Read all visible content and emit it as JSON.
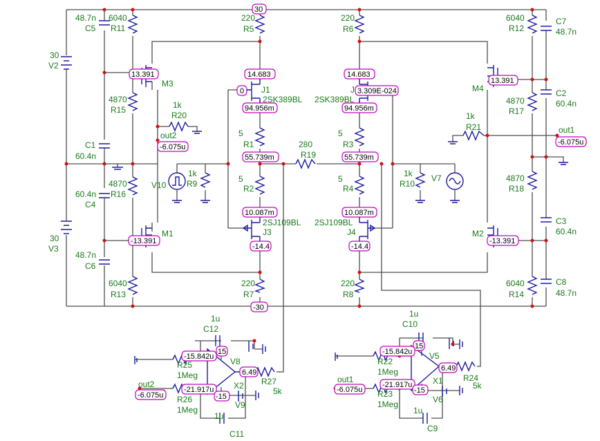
{
  "resistors": [
    {
      "id": "R11",
      "value": "6040"
    },
    {
      "id": "R15",
      "value": "4870"
    },
    {
      "id": "R16",
      "value": "4870"
    },
    {
      "id": "R13",
      "value": "6040"
    },
    {
      "id": "R20",
      "value": "1k"
    },
    {
      "id": "R9",
      "value": "1k"
    },
    {
      "id": "R5",
      "value": "220"
    },
    {
      "id": "R1",
      "value": "5"
    },
    {
      "id": "R2",
      "value": "5"
    },
    {
      "id": "R7",
      "value": "220"
    },
    {
      "id": "R19",
      "value": "280"
    },
    {
      "id": "R6",
      "value": "220"
    },
    {
      "id": "R3",
      "value": "5"
    },
    {
      "id": "R4",
      "value": "5"
    },
    {
      "id": "R8",
      "value": "220"
    },
    {
      "id": "R10",
      "value": "1k"
    },
    {
      "id": "R21",
      "value": "1k"
    },
    {
      "id": "R12",
      "value": "6040"
    },
    {
      "id": "R17",
      "value": "4870"
    },
    {
      "id": "R18",
      "value": "4870"
    },
    {
      "id": "R14",
      "value": "6040"
    },
    {
      "id": "R25",
      "value": "1Meg"
    },
    {
      "id": "R26",
      "value": "1Meg"
    },
    {
      "id": "R27",
      "value": "5k"
    },
    {
      "id": "R22",
      "value": "1Meg"
    },
    {
      "id": "R23",
      "value": "1Meg"
    },
    {
      "id": "R24",
      "value": "5k"
    }
  ],
  "capacitors": [
    {
      "id": "C5",
      "value": "48.7n"
    },
    {
      "id": "C1",
      "value": "60.4n"
    },
    {
      "id": "C4",
      "value": "60.4n"
    },
    {
      "id": "C6",
      "value": "48.7n"
    },
    {
      "id": "C7",
      "value": "48.7n"
    },
    {
      "id": "C2",
      "value": "60.4n"
    },
    {
      "id": "C3",
      "value": "60.4n"
    },
    {
      "id": "C8",
      "value": "48.7n"
    },
    {
      "id": "C12",
      "value": "1u"
    },
    {
      "id": "C11",
      "value": "1u"
    },
    {
      "id": "C10",
      "value": "1u"
    },
    {
      "id": "C9",
      "value": "1u"
    }
  ],
  "sources": [
    {
      "id": "V2",
      "value": "30"
    },
    {
      "id": "V3",
      "value": "30"
    },
    {
      "id": "V10",
      "value": ""
    },
    {
      "id": "V7",
      "value": ""
    },
    {
      "id": "V8",
      "value": ""
    },
    {
      "id": "V9",
      "value": ""
    },
    {
      "id": "V5",
      "value": ""
    },
    {
      "id": "V6",
      "value": ""
    }
  ],
  "transistors": [
    {
      "id": "M3"
    },
    {
      "id": "M1"
    },
    {
      "id": "M4"
    },
    {
      "id": "M2"
    },
    {
      "id": "J1",
      "model": "2SK389BL"
    },
    {
      "id": "J2",
      "model": "2SK389BL"
    },
    {
      "id": "J3",
      "model": "2SJ109BL"
    },
    {
      "id": "J4",
      "model": "2SJ109BL"
    },
    {
      "id": "X2"
    },
    {
      "id": "X1"
    }
  ],
  "nets": {
    "out1": "out1",
    "out2": "out2"
  },
  "voltages": {
    "vpos": "30",
    "vneg": "-30",
    "m3": "13.391",
    "m1": "-13.391",
    "m4": "13.391",
    "m2": "-13.391",
    "j1d": "14.683",
    "j1s": "94.956m",
    "j2d": "14.683",
    "j2s": "94.956m",
    "j2g": "3.309E-024",
    "j1g": "0",
    "r1b": "55.739m",
    "r3b": "55.739m",
    "r2b": "10.087m",
    "r4b": "10.087m",
    "j3d": "-14.4",
    "j4d": "-14.4",
    "out2": "-6.075u",
    "out1": "-6.075u",
    "x2in": "-15.842u",
    "x2inn": "-21.917u",
    "x2out": "6.49",
    "x2vp": "15",
    "x2vn": "-15",
    "x1in": "-15.842u",
    "x1inn": "-21.917u",
    "x1out": "6.49",
    "x1vp": "15",
    "x1vn": "-15"
  }
}
